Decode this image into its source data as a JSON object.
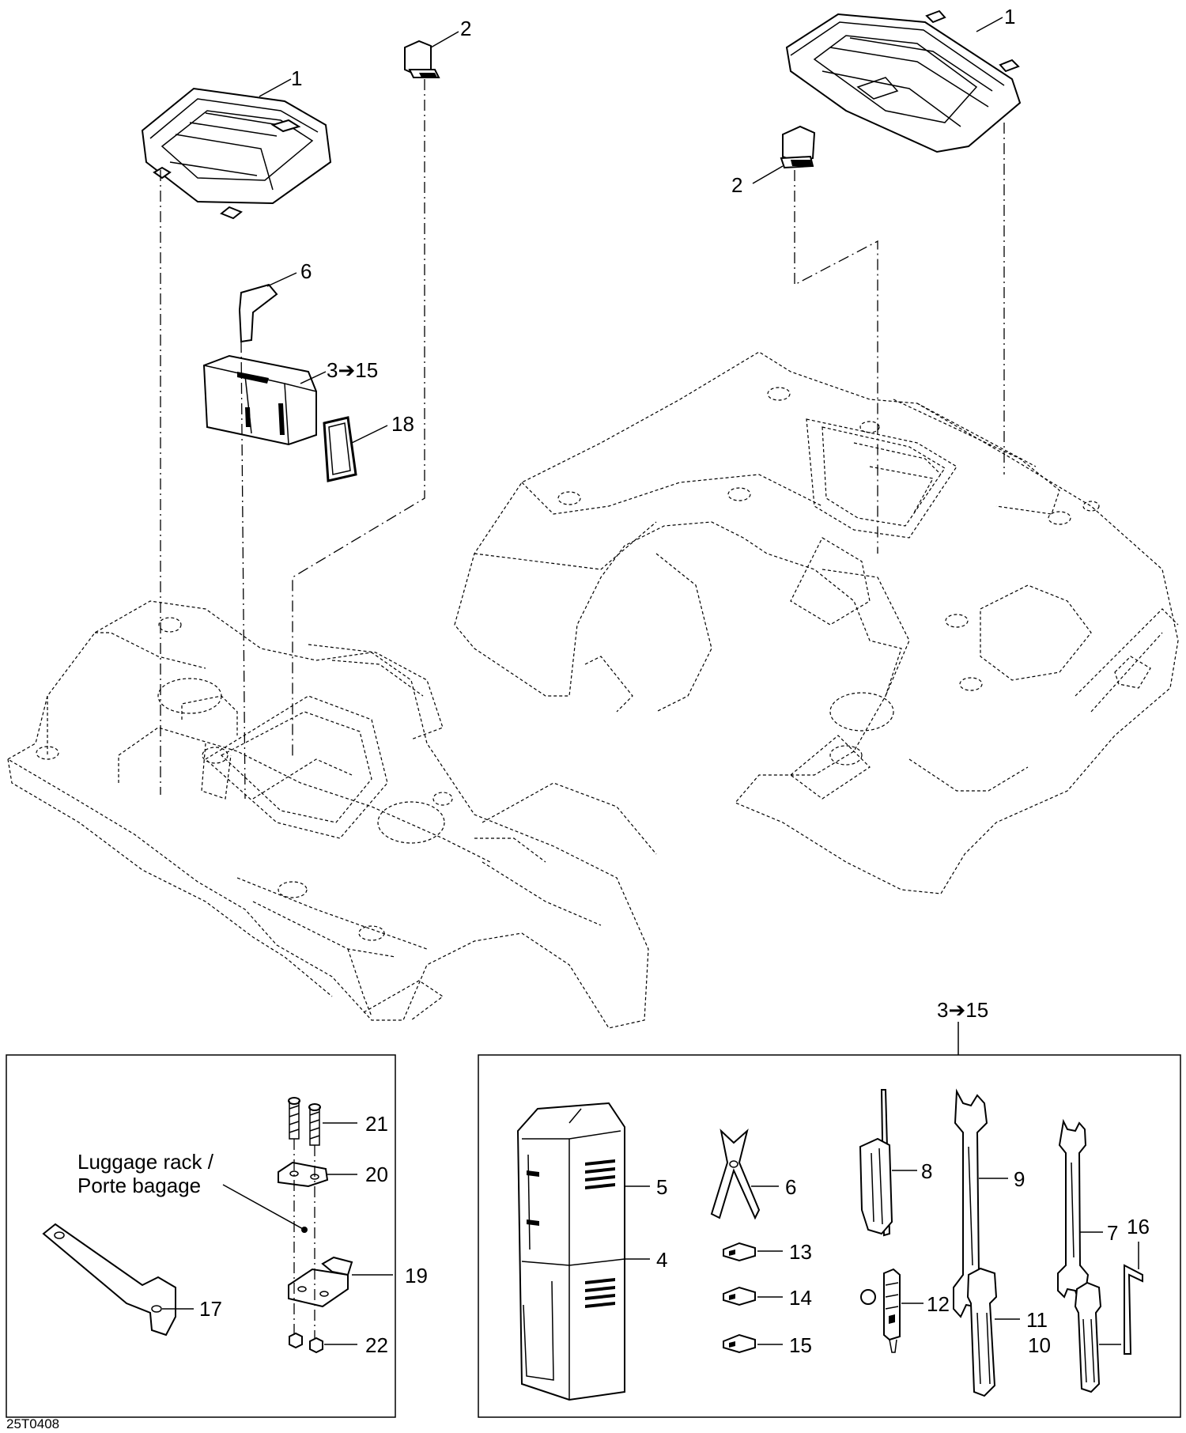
{
  "callouts": {
    "c1a": "1",
    "c1b": "1",
    "c2a": "2",
    "c2b": "2",
    "c6a": "6",
    "c3a": "3➔15",
    "c18": "18",
    "c3b": "3➔15",
    "c21": "21",
    "c20": "20",
    "c19": "19",
    "c22": "22",
    "c17": "17",
    "c5": "5",
    "c4": "4",
    "c6b": "6",
    "c13": "13",
    "c14": "14",
    "c15": "15",
    "c8": "8",
    "c12": "12",
    "c9": "9",
    "c7": "7",
    "c11": "11",
    "c10": "10",
    "c16": "16"
  },
  "luggage_rack": {
    "line1": "Luggage rack /",
    "line2": "Porte bagage"
  },
  "figure_code": "25T0408"
}
